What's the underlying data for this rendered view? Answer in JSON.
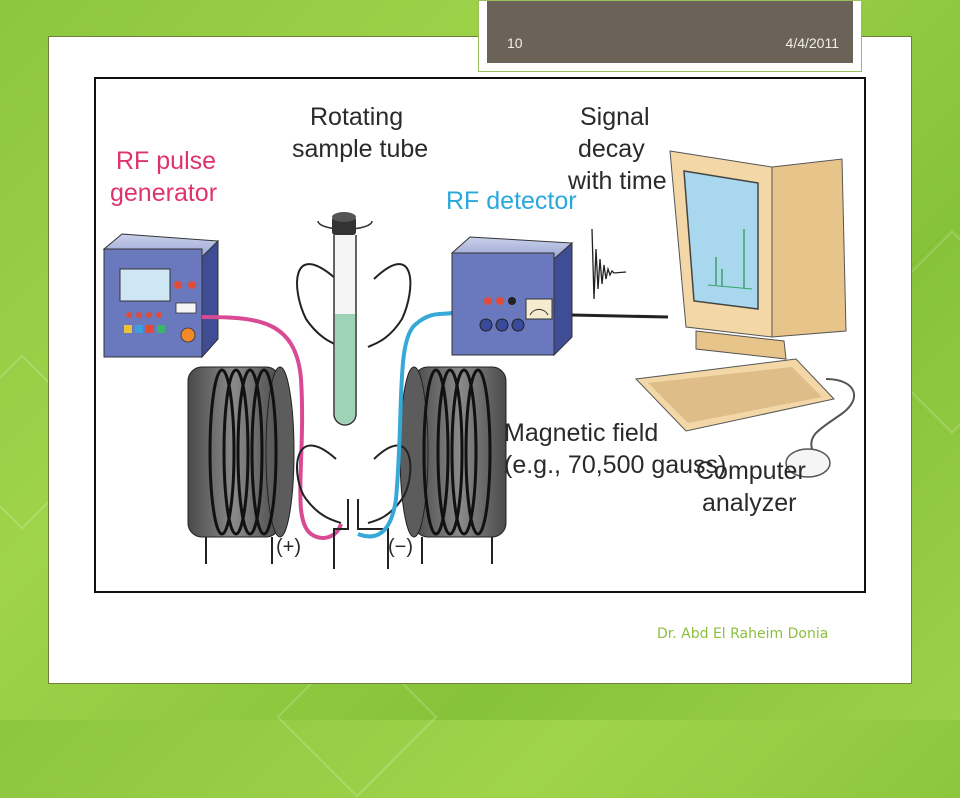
{
  "slide": {
    "number": "10",
    "date": "4/4/2011",
    "footer": "Dr. Abd El Raheim Donia"
  },
  "diagram": {
    "labels": {
      "rf_pulse_line1": "RF pulse",
      "rf_pulse_line2": "generator",
      "rotating_line1": "Rotating",
      "rotating_line2": "sample tube",
      "rf_detector": "RF detector",
      "signal_line1": "Signal",
      "signal_line2": "decay",
      "signal_line3": "with time",
      "magnetic_line1": "Magnetic field",
      "magnetic_line2": "(e.g., 70,500 gauss)",
      "computer_line1": "Computer",
      "computer_line2": "analyzer",
      "plus_pole": "(+)",
      "minus_pole": "(−)"
    },
    "colors": {
      "rf_pulse_label": "#e0336e",
      "rf_detector_label": "#29a8dc",
      "text": "#2a2a2a",
      "pink_wire": "#d94a94",
      "blue_wire": "#36a9d8",
      "device_body": "#5b6bb0",
      "coil": "#6a6a6a",
      "sample_liquid": "#9fd3b8",
      "screen": "#a9d8ee",
      "computer_case": "#f3d7a6"
    }
  }
}
